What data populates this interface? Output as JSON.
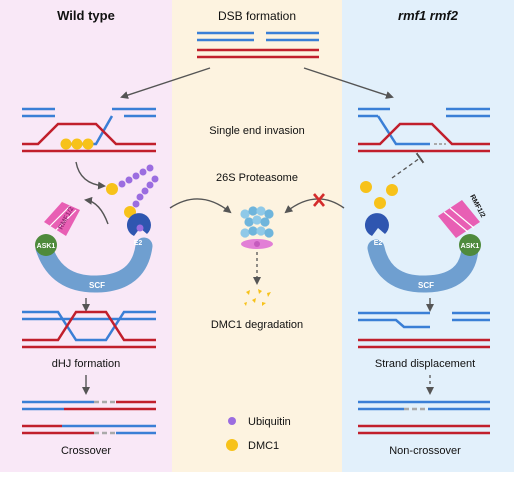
{
  "colors": {
    "left_panel": "#f9e8f7",
    "center_panel": "#fdf3e0",
    "right_panel": "#e2f0fb",
    "dna_blue": "#3a7fd6",
    "dna_red": "#c11f2c",
    "dmc1_yellow": "#f7c21a",
    "ubiquitin_purple": "#9b6de0",
    "scf_blue": "#6f9fd0",
    "ask1_green": "#4f8a3c",
    "e2_blue": "#2f56b0",
    "rmf_pink": "#e85fb4",
    "block_red": "#d42b2b",
    "arrow_gray": "#555555"
  },
  "panels": {
    "left_title": "Wild type",
    "right_title": "rmf1 rmf2"
  },
  "center": {
    "dsb_label": "DSB formation",
    "sei_label": "Single end invasion",
    "proteasome_label": "26S Proteasome",
    "degradation_label": "DMC1 degradation"
  },
  "left": {
    "rmf_label": "RMF1/2",
    "ask1_label": "ASK1",
    "e2_label": "E2",
    "scf_label": "SCF",
    "dhj_label": "dHJ formation",
    "outcome_label": "Crossover"
  },
  "right": {
    "rmf_label": "RMF1/2",
    "ask1_label": "ASK1",
    "e2_label": "E2",
    "scf_label": "SCF",
    "displacement_label": "Strand displacement",
    "outcome_label": "Non-crossover"
  },
  "legend": {
    "ubiquitin_label": "Ubiquitin",
    "dmc1_label": "DMC1"
  }
}
